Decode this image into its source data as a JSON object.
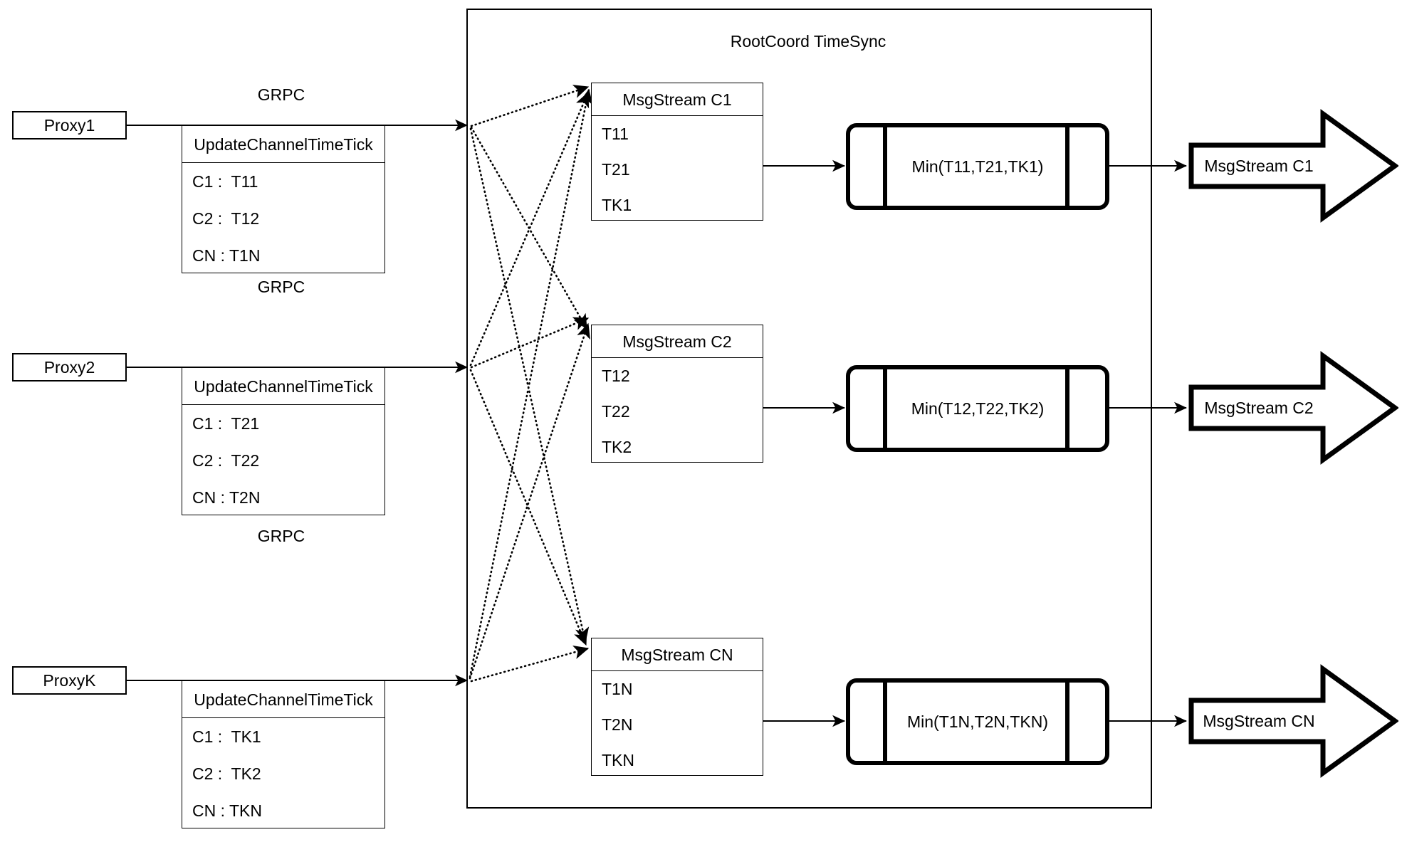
{
  "diagram": {
    "title": "RootCoord TimeSync",
    "container_label": "RootCoord TimeSync"
  },
  "proxies": [
    {
      "name": "Proxy1",
      "edge_label": "GRPC",
      "table": {
        "header": "UpdateChannelTimeTick",
        "rows": [
          "C1 :  T11",
          "C2 :  T12",
          "CN : T1N"
        ]
      }
    },
    {
      "name": "Proxy2",
      "edge_label": "GRPC",
      "table": {
        "header": "UpdateChannelTimeTick",
        "rows": [
          "C1 :  T21",
          "C2 :  T22",
          "CN : T2N"
        ]
      }
    },
    {
      "name": "ProxyK",
      "edge_label": "GRPC",
      "table": {
        "header": "UpdateChannelTimeTick",
        "rows": [
          "C1 :  TK1",
          "C2 :  TK2",
          "CN : TKN"
        ]
      }
    }
  ],
  "channels": [
    {
      "msgstream": {
        "header": "MsgStream C1",
        "rows": [
          "T11",
          "T21",
          "TK1"
        ]
      },
      "process": "Min(T11,T21,TK1)",
      "output": "MsgStream C1"
    },
    {
      "msgstream": {
        "header": "MsgStream C2",
        "rows": [
          "T12",
          "T22",
          "TK2"
        ]
      },
      "process": "Min(T12,T22,TK2)",
      "output": "MsgStream C2"
    },
    {
      "msgstream": {
        "header": "MsgStream CN",
        "rows": [
          "T1N",
          "T2N",
          "TKN"
        ]
      },
      "process": "Min(T1N,T2N,TKN)",
      "output": "MsgStream CN"
    }
  ],
  "colors": {
    "stroke": "#000000",
    "background": "#ffffff"
  }
}
